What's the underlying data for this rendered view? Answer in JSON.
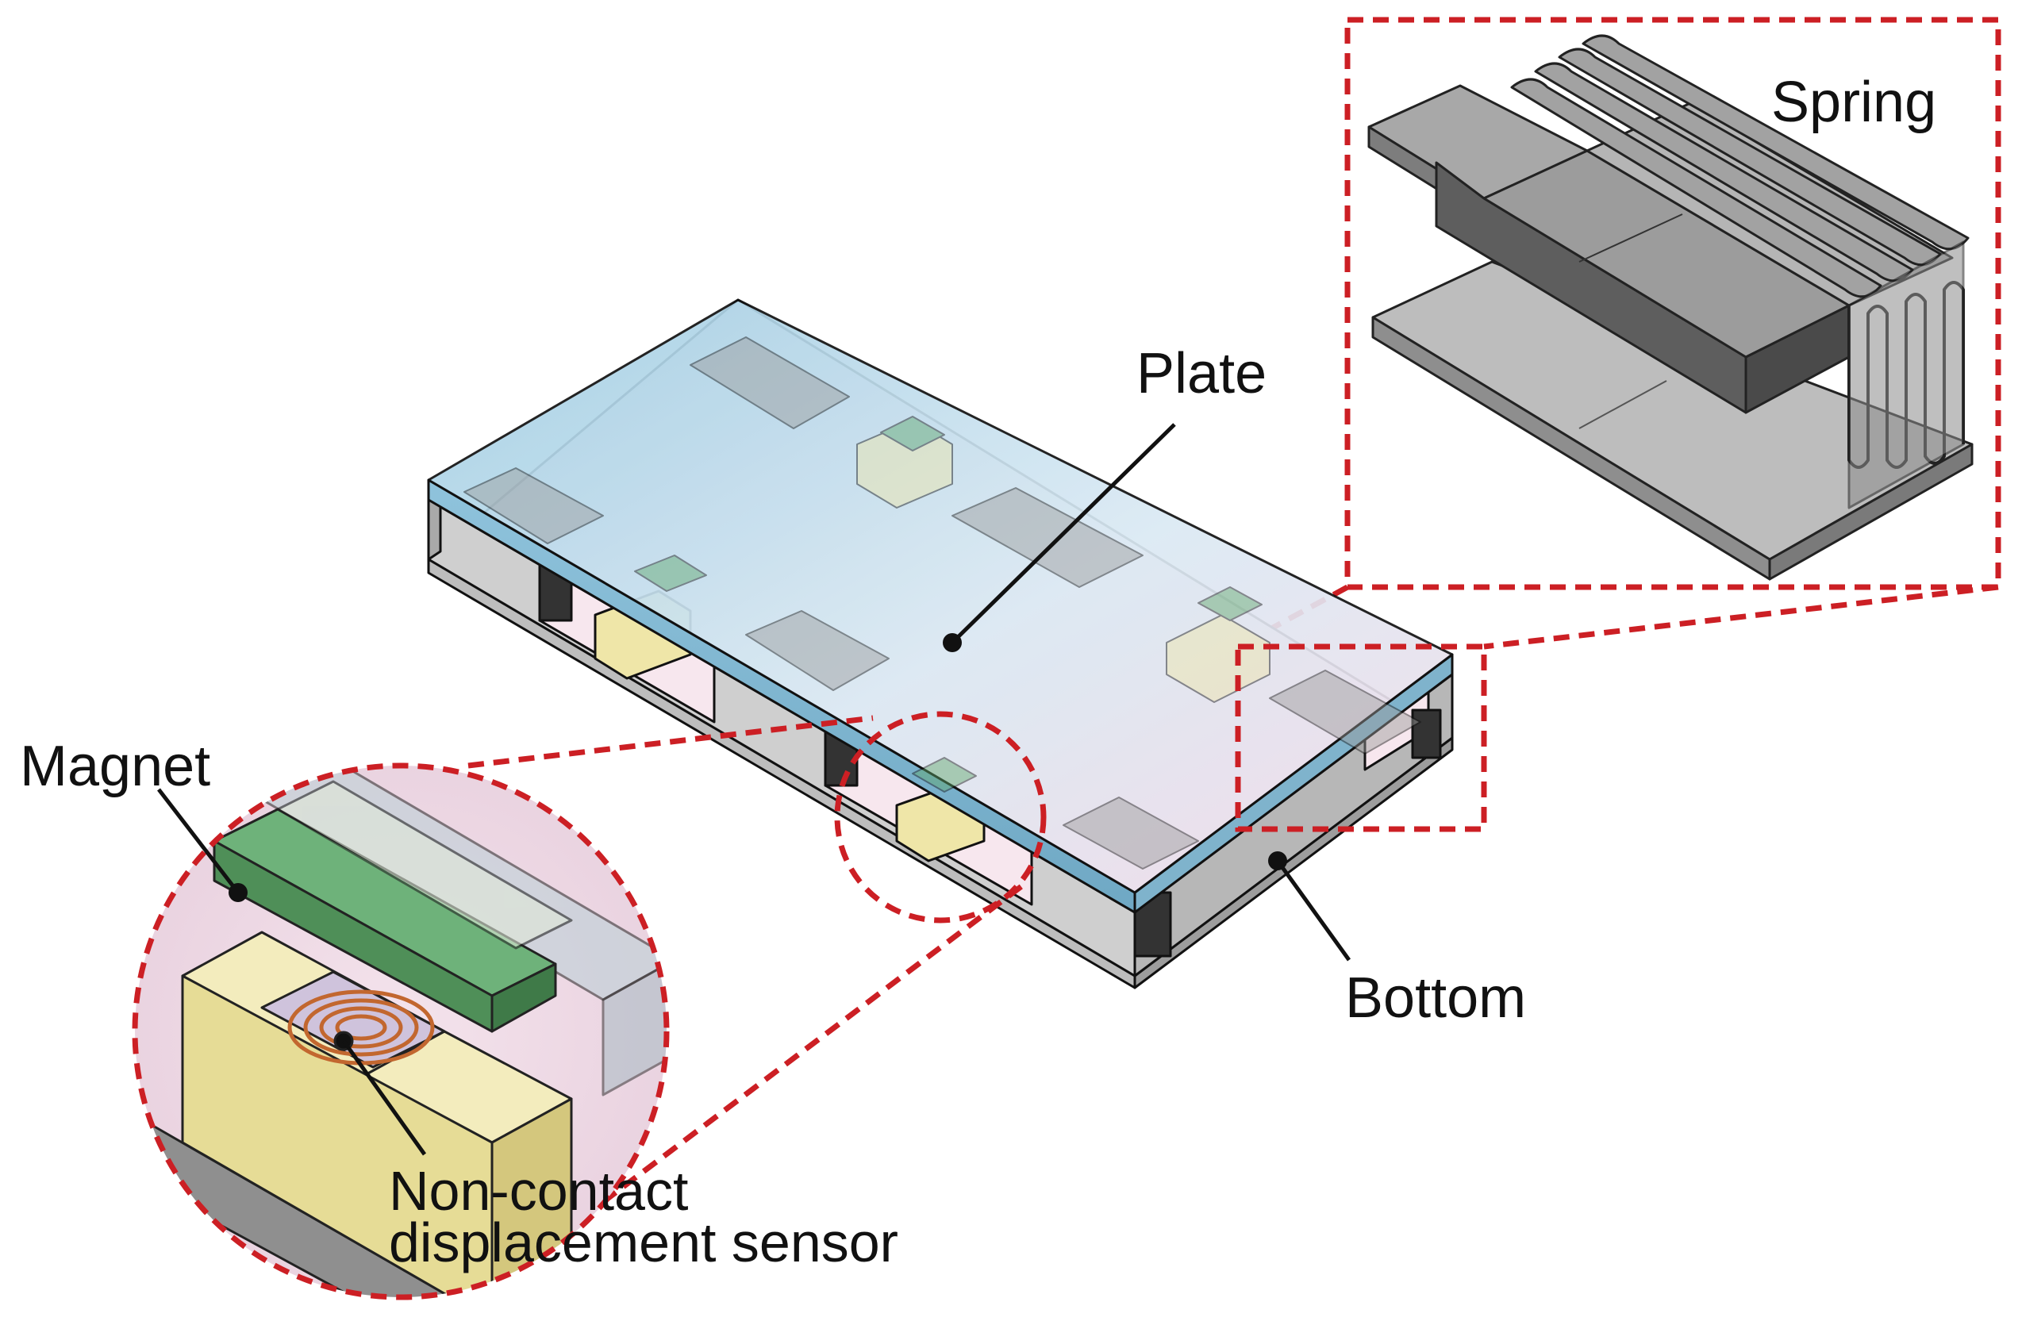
{
  "labels": {
    "spring": "Spring",
    "plate": "Plate",
    "bottom": "Bottom",
    "magnet": "Magnet",
    "sensor_line1": "Non-contact",
    "sensor_line2": "displacement sensor"
  },
  "colors": {
    "callout": "#cc1f24",
    "plate_glass": "#a9d5e8",
    "frame": "#c9c9c9",
    "spring_gray": "#9a9a9a",
    "magnet_green": "#5fa66a",
    "sensor_yellow": "#efe6a8",
    "coil_copper": "#c2672f",
    "bottom_pink": "#f7e7ee"
  }
}
